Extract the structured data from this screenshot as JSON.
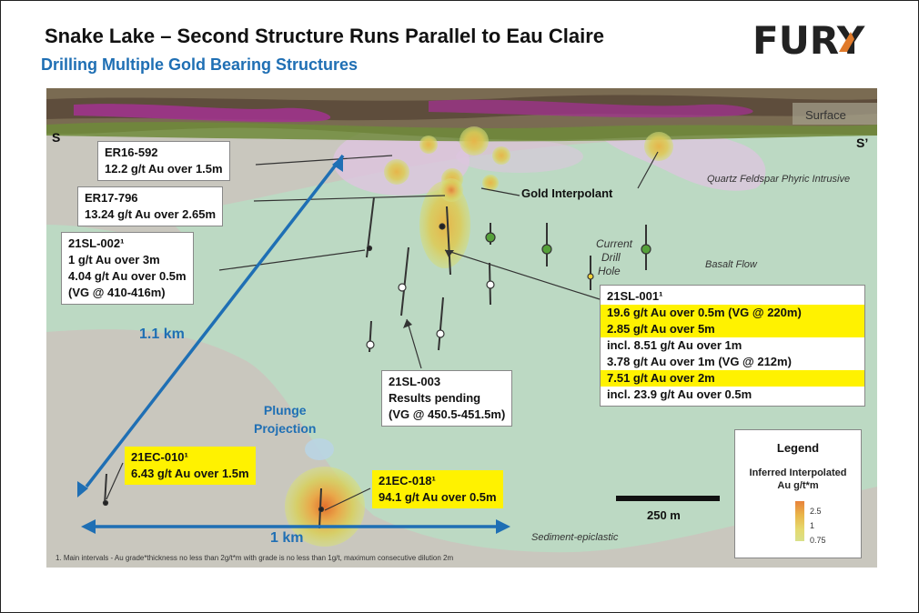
{
  "header": {
    "title": "Snake Lake – Second Structure Runs Parallel to Eau Claire",
    "subtitle": "Drilling Multiple Gold Bearing Structures",
    "logo_text": "FURY"
  },
  "section": {
    "surface_label": "Surface",
    "left_label": "S",
    "right_label": "S’",
    "units": [
      "Quartz Feldspar Phyric Intrusive",
      "Basalt Flow",
      "Sediment-epiclastic"
    ],
    "gold_interpolant_label": "Gold Interpolant",
    "current_drill_hole_label": [
      "Current",
      "Drill",
      "Hole"
    ],
    "diagonal_scale_label": "1.1 km",
    "horizontal_scale_label": "1 km",
    "scale_bar_label": "250 m",
    "plunge_label": [
      "Plunge",
      "Projection"
    ],
    "footnote": "1. Main intervals - Au grade*thickness no less than 2g/t*m with grade is no less than 1g/t, maximum consecutive dilution 2m"
  },
  "callouts": {
    "er16": {
      "hole": "ER16-592",
      "lines": [
        "12.2 g/t Au over 1.5m"
      ]
    },
    "er17": {
      "hole": "ER17-796",
      "lines": [
        "13.24 g/t Au over 2.65m"
      ]
    },
    "sl002": {
      "hole": "21SL-002¹",
      "lines": [
        "1 g/t Au over 3m",
        "4.04 g/t Au over 0.5m",
        "(VG @ 410-416m)"
      ]
    },
    "sl003": {
      "hole": "21SL-003",
      "lines": [
        "Results pending",
        "(VG @ 450.5-451.5m)"
      ]
    },
    "sl001": {
      "hole": "21SL-001¹",
      "lines": [
        {
          "text": "19.6 g/t Au over 0.5m (VG @ 220m)",
          "highlight": true
        },
        {
          "text": "2.85 g/t Au over 5m",
          "highlight": true
        },
        {
          "text": "incl. 8.51 g/t Au over 1m",
          "highlight": false
        },
        {
          "text": "3.78 g/t Au over 1m (VG @ 212m)",
          "highlight": false
        },
        {
          "text": "7.51 g/t Au over 2m",
          "highlight": true
        },
        {
          "text": "incl. 23.9 g/t Au over 0.5m",
          "highlight": false
        }
      ]
    },
    "ec010": {
      "hole": "21EC-010¹",
      "lines": [
        "6.43 g/t Au over 1.5m"
      ]
    },
    "ec018": {
      "hole": "21EC-018¹",
      "lines": [
        "94.1 g/t Au over 0.5m"
      ]
    }
  },
  "legend": {
    "title": "Legend",
    "subtitle": [
      "Inferred Interpolated",
      "Au g/t*m"
    ],
    "ticks": [
      "2.5",
      "1",
      "0.75"
    ],
    "colors": [
      "#e8823a",
      "#e6d96e",
      "#d9e08a"
    ]
  },
  "colors": {
    "accent_blue": "#1f6fb4",
    "highlight_yellow": "#fff200",
    "basalt_green": "#bcd9c3",
    "sediment_grey": "#c9c7be",
    "intrusive_pink": "#dfc4e0"
  }
}
